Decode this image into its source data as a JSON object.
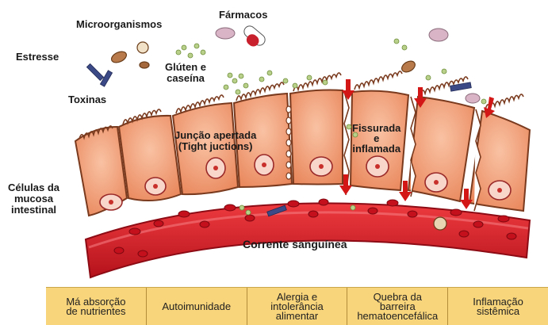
{
  "labels": {
    "estresse": "Estresse",
    "microorganismos": "Microorganismos",
    "farmacos": "Fármacos",
    "toxinas": "Toxinas",
    "gluten": "Glúten e\ncaseína",
    "juncao": "Junção apertada\n(Tight juctions)",
    "fissurada": "Fissurada\ne\ninflamada",
    "celulas": "Células da\nmucosa\nintestinal",
    "corrente": "Corrente sanguínea"
  },
  "footer": {
    "items": [
      "Má absorção\nde nutrientes",
      "Autoimunidade",
      "Alergia e\nintolerância\nalimentar",
      "Quebra da\nbarreira\nhematoencefálica",
      "Inflamação\nsistêmica"
    ]
  },
  "colors": {
    "cell_fill": "#f2a27d",
    "cell_stroke": "#7a3a1e",
    "vessel": "#d8202a",
    "vessel_dark": "#a50f18",
    "rbc": "#c4101c",
    "arrow": "#d31616",
    "footer_bg": "#f8d47a",
    "capsule_red": "#c8202c",
    "pill_pink": "#d8b4c6",
    "toxin_blue": "#3b4a86",
    "gluten_green": "#b8d08a"
  }
}
